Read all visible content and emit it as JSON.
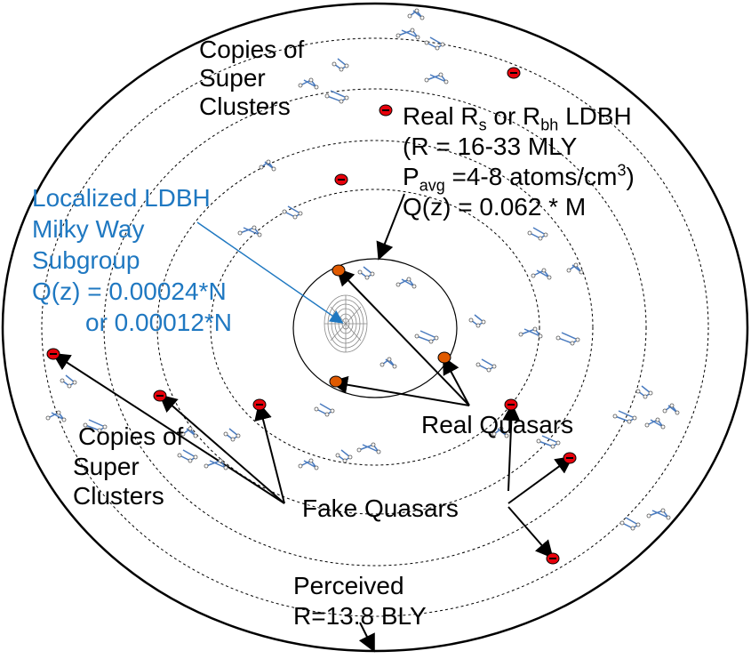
{
  "labels": {
    "copies_top": [
      "Copies of",
      "Super",
      "Clusters"
    ],
    "copies_bottom": [
      "Copies  of",
      "Super",
      "Clusters"
    ],
    "real_rs": {
      "line1_a": "Real R",
      "line1_sub1": "s",
      "line1_b": " or R",
      "line1_sub2": "bh",
      "line1_c": "  LDBH",
      "line2": "(R = 16-33 MLY",
      "line3_a": "P",
      "line3_sub": "avg",
      "line3_b": " =4-8 atoms/cm",
      "line3_sup": "3",
      "line3_c": ")",
      "line4": "Q(z) = 0.062 * M"
    },
    "localized": [
      "Localized LDBH",
      "Milky Way",
      "Subgroup",
      "Q(z) = 0.00024*N",
      "or 0.00012*N"
    ],
    "real_quasars": "Real Quasars",
    "fake_quasars": "Fake Quasars",
    "perceived": [
      "Perceived",
      "R=13.8 BLY"
    ]
  },
  "colors": {
    "real_quasar_fill": "#e05a00",
    "fake_quasar_fill": "#e8000b",
    "cluster_color": "#4a7bbf",
    "blue_text": "#1f78c1"
  }
}
